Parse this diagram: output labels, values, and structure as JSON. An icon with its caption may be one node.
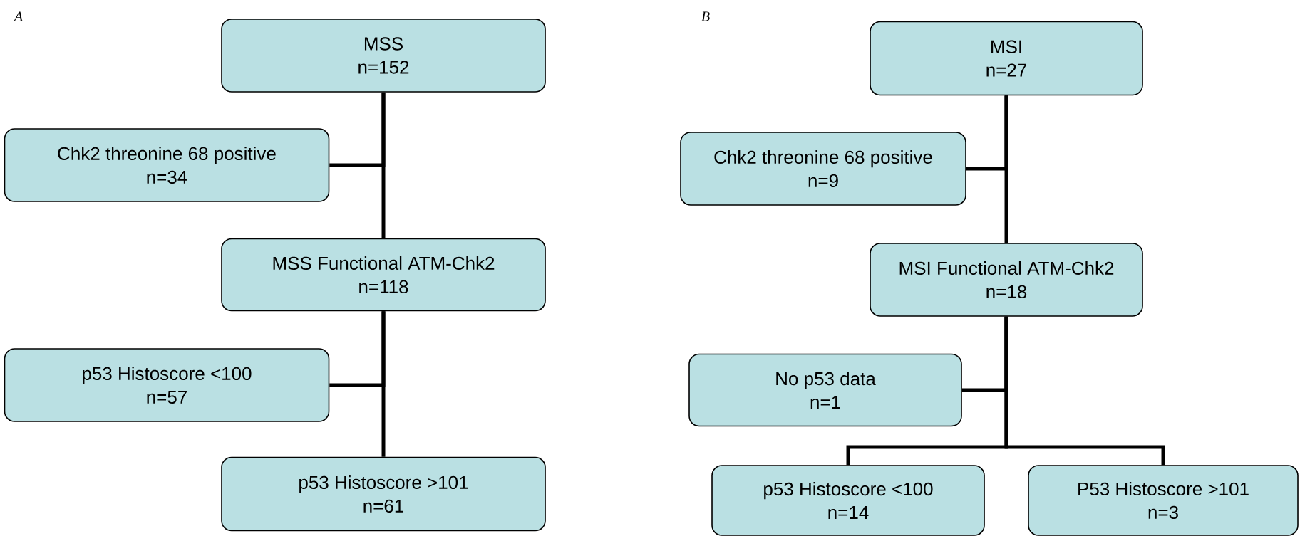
{
  "diagram": {
    "nodes": [
      {
        "text": [
          "MSS",
          "n=152"
        ]
      },
      {
        "text": [
          "Chk2 threonine 68 positive",
          "n=34"
        ]
      },
      {
        "text": [
          "MSS Functional ATM-Chk2",
          "n=118"
        ]
      },
      {
        "text": [
          "p53 Histoscore <100",
          "n=57"
        ]
      },
      {
        "text": [
          "p53 Histoscore >101",
          "n=61"
        ]
      },
      {
        "text": [
          "MSI",
          "n=27"
        ]
      },
      {
        "text": [
          "Chk2 threonine 68 positive",
          "n=9"
        ]
      },
      {
        "text": [
          "MSI Functional ATM-Chk2",
          "n=18"
        ]
      },
      {
        "text": [
          "No p53 data",
          "n=1"
        ]
      },
      {
        "text": [
          "p53 Histoscore <100",
          "n=14"
        ]
      },
      {
        "text": [
          "P53 Histoscore >101",
          "n=3"
        ]
      }
    ],
    "edges": [
      {
        "from": 0,
        "to": 1,
        "arrow": "none"
      },
      {
        "from": 0,
        "to": 2,
        "arrow": "none"
      },
      {
        "from": 2,
        "to": 3,
        "arrow": "none"
      },
      {
        "from": 2,
        "to": 4,
        "arrow": "none"
      },
      {
        "from": 5,
        "to": 6,
        "arrow": "none"
      },
      {
        "from": 5,
        "to": 7,
        "arrow": "none"
      },
      {
        "from": 7,
        "to": 8,
        "arrow": "none"
      },
      {
        "from": 7,
        "to": 9,
        "arrow": "none"
      },
      {
        "from": 7,
        "to": 10,
        "arrow": "none"
      }
    ],
    "labels": [
      "A",
      "B"
    ]
  }
}
